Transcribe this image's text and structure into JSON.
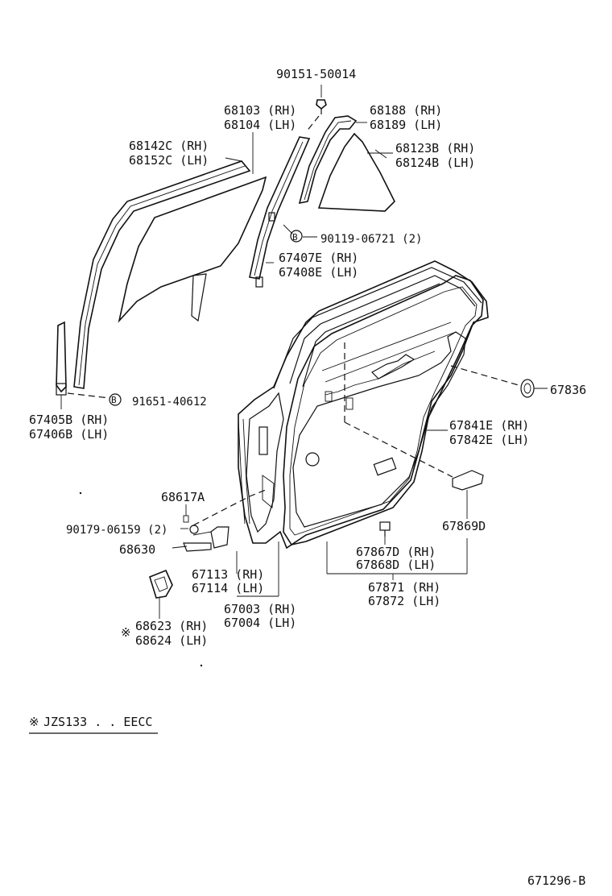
{
  "diagram": {
    "labels": {
      "l_90151": "90151-50014",
      "l_68103": "68103 (RH)",
      "l_68104": "68104 (LH)",
      "l_68188": "68188 (RH)",
      "l_68189": "68189 (LH)",
      "l_68142": "68142C (RH)",
      "l_68152": "68152C (LH)",
      "l_68123": "68123B (RH)",
      "l_68124": "68124B (LH)",
      "l_90119": "90119-06721 (2)",
      "l_67407": "67407E (RH)",
      "l_67408": "67408E (LH)",
      "l_67836": "67836",
      "l_91651": "91651-40612",
      "l_67405": "67405B (RH)",
      "l_67406": "67406B (LH)",
      "l_67841": "67841E (RH)",
      "l_67842": "67842E (LH)",
      "l_68617": "68617A",
      "l_90179": "90179-06159 (2)",
      "l_67869": "67869D",
      "l_68630": "68630",
      "l_67867": "67867D (RH)",
      "l_67868": "67868D (LH)",
      "l_67113": "67113 (RH)",
      "l_67114": "67114 (LH)",
      "l_67871": "67871 (RH)",
      "l_67872": "67872 (LH)",
      "l_67003": "67003 (RH)",
      "l_67004": "67004 (LH)",
      "l_68623": "68623 (RH)",
      "l_68624": "68624 (LH)"
    },
    "bolt_marker": "B",
    "note_mark": "※",
    "note_text": "JZS133 . . EECC",
    "figure_code": "671296-B"
  }
}
